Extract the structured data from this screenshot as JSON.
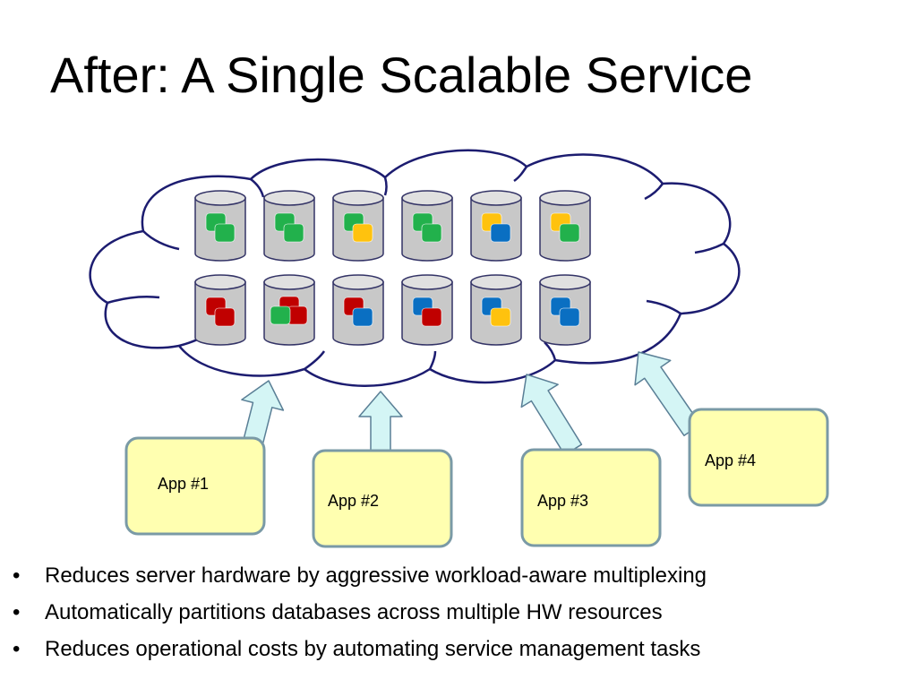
{
  "slide": {
    "title": "After: A Single Scalable Service"
  },
  "colors": {
    "cloud_outline": "#1c1c70",
    "cylinder_fill": "#c8c8c8",
    "cylinder_top": "#e0e0e0",
    "cylinder_outline": "#333366",
    "app_box_fill": "#ffffb0",
    "app_box_border": "#7a9aa6",
    "arrow_fill": "#d4f5f5",
    "arrow_outline": "#5a7f96",
    "green": "#22b14c",
    "yellow": "#ffc20e",
    "blue": "#0a6fc2",
    "red": "#c00000"
  },
  "databases": {
    "rows": [
      [
        [
          "green",
          "green"
        ],
        [
          "green",
          "green"
        ],
        [
          "green",
          "yellow"
        ],
        [
          "green",
          "green"
        ],
        [
          "yellow",
          "blue"
        ],
        [
          "yellow",
          "green"
        ]
      ],
      [
        [
          "red",
          "red"
        ],
        [
          "red",
          "red",
          "green"
        ],
        [
          "red",
          "blue"
        ],
        [
          "blue",
          "red"
        ],
        [
          "blue",
          "yellow"
        ],
        [
          "blue",
          "blue"
        ]
      ]
    ]
  },
  "apps": [
    {
      "label": "App #1"
    },
    {
      "label": "App #2"
    },
    {
      "label": "App #3"
    },
    {
      "label": "App #4"
    }
  ],
  "bullets": [
    {
      "marker": "•",
      "text": "Reduces server hardware by aggressive workload-aware multiplexing"
    },
    {
      "marker": "•",
      "text": "Automatically partitions databases across multiple HW resources"
    },
    {
      "marker": "•",
      "text": "Reduces operational costs by automating service management tasks"
    }
  ]
}
